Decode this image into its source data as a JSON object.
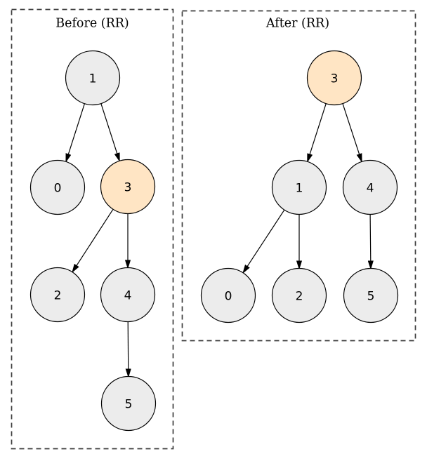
{
  "colors": {
    "background": "#ffffff",
    "node_fill": "#ececec",
    "highlight_fill": "#ffe5c4",
    "node_stroke": "#000000",
    "edge_color": "#000000",
    "panel_border": "#3d3d3d"
  },
  "before": {
    "title": "Before (RR)",
    "highlighted_node": "3",
    "nodes": {
      "n1": "1",
      "n0": "0",
      "n3": "3",
      "n2": "2",
      "n4": "4",
      "n5": "5"
    },
    "edges": [
      "1→0",
      "1→3",
      "3→2",
      "3→4",
      "4→5"
    ]
  },
  "after": {
    "title": "After (RR)",
    "highlighted_node": "3",
    "nodes": {
      "n3": "3",
      "n1": "1",
      "n4": "4",
      "n0": "0",
      "n2": "2",
      "n5": "5"
    },
    "edges": [
      "3→1",
      "3→4",
      "1→0",
      "1→2",
      "4→5"
    ]
  }
}
